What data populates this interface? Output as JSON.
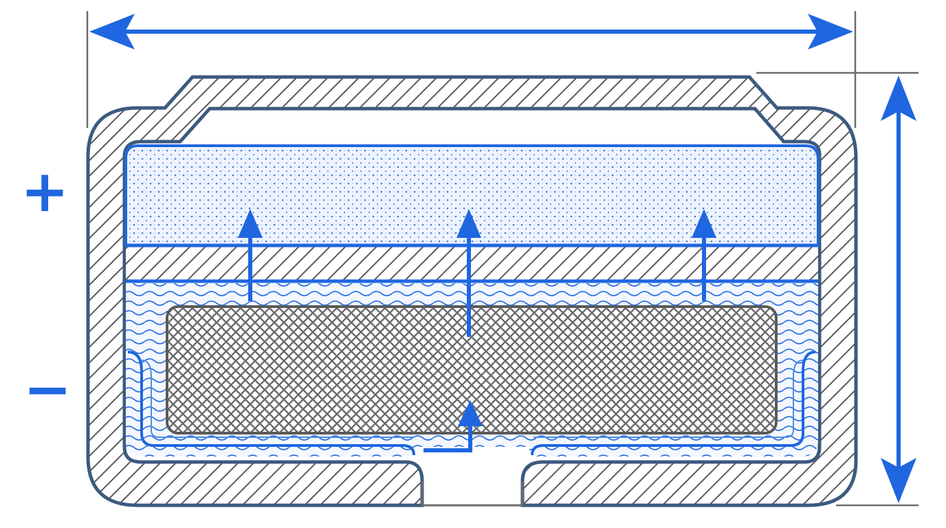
{
  "diagram": {
    "terminal_positive_symbol": "+",
    "terminal_negative_symbol": "−",
    "colors": {
      "accent_blue": "#1f66e0",
      "steel": "#3d5a80",
      "gray": "#6b6b6b",
      "hatch": "#5a5a5a",
      "background": "#ffffff"
    },
    "parts": [
      "outer-casing",
      "top-cap",
      "cathode-layer",
      "separator-layer",
      "electrolyte-layer",
      "anode-core",
      "bottom-vent",
      "width-dimension-arrow",
      "height-dimension-arrow",
      "ion-flow-arrows"
    ]
  }
}
